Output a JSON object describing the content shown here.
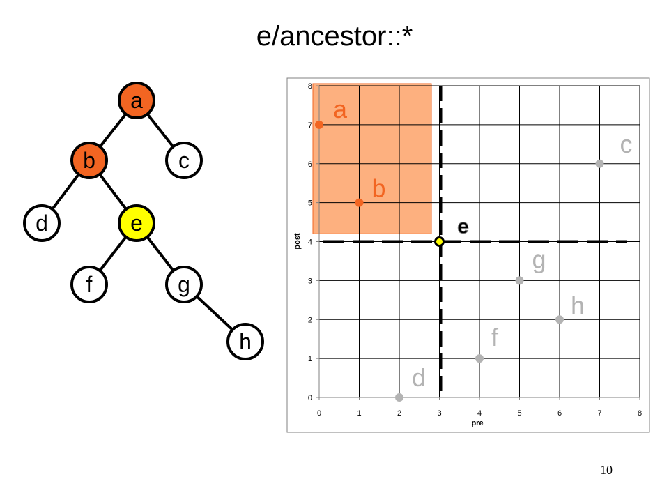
{
  "title": "e/ancestor::*",
  "slide_number": "10",
  "colors": {
    "selected": "#f26522",
    "context": "#ffff00",
    "point_gray": "#b3b3b3",
    "label_gray": "#b3b3b3",
    "region_fill": "#fdb07f",
    "region_stroke": "#f26522"
  },
  "tree": {
    "nodes": [
      {
        "id": "a",
        "label": "a",
        "state": "selected"
      },
      {
        "id": "b",
        "label": "b",
        "state": "selected"
      },
      {
        "id": "c",
        "label": "c",
        "state": "plain"
      },
      {
        "id": "d",
        "label": "d",
        "state": "plain"
      },
      {
        "id": "e",
        "label": "e",
        "state": "context"
      },
      {
        "id": "f",
        "label": "f",
        "state": "plain"
      },
      {
        "id": "g",
        "label": "g",
        "state": "plain"
      },
      {
        "id": "h",
        "label": "h",
        "state": "plain"
      }
    ],
    "edges": [
      [
        "a",
        "b"
      ],
      [
        "a",
        "c"
      ],
      [
        "b",
        "d"
      ],
      [
        "b",
        "e"
      ],
      [
        "e",
        "f"
      ],
      [
        "e",
        "g"
      ],
      [
        "g",
        "h"
      ]
    ]
  },
  "chart_data": {
    "type": "scatter",
    "xlabel": "pre",
    "ylabel": "post",
    "xlim": [
      0,
      8
    ],
    "ylim": [
      0,
      8
    ],
    "xticks": [
      "0",
      "1",
      "2",
      "3",
      "4",
      "5",
      "6",
      "7",
      "8"
    ],
    "yticks": [
      "0",
      "1",
      "2",
      "3",
      "4",
      "5",
      "6",
      "7",
      "8"
    ],
    "grid": true,
    "points": [
      {
        "label": "a",
        "x": 0,
        "y": 7,
        "state": "selected"
      },
      {
        "label": "b",
        "x": 1,
        "y": 5,
        "state": "selected"
      },
      {
        "label": "c",
        "x": 7,
        "y": 6,
        "state": "plain"
      },
      {
        "label": "d",
        "x": 2,
        "y": 0,
        "state": "plain"
      },
      {
        "label": "e",
        "x": 3,
        "y": 4,
        "state": "context"
      },
      {
        "label": "f",
        "x": 4,
        "y": 1,
        "state": "plain"
      },
      {
        "label": "g",
        "x": 5,
        "y": 3,
        "state": "plain"
      },
      {
        "label": "h",
        "x": 6,
        "y": 2,
        "state": "plain"
      }
    ],
    "context_lines": {
      "x": 3,
      "y": 4
    },
    "ancestor_region": {
      "x": [
        0,
        2.8
      ],
      "y": [
        4.2,
        8
      ]
    }
  }
}
